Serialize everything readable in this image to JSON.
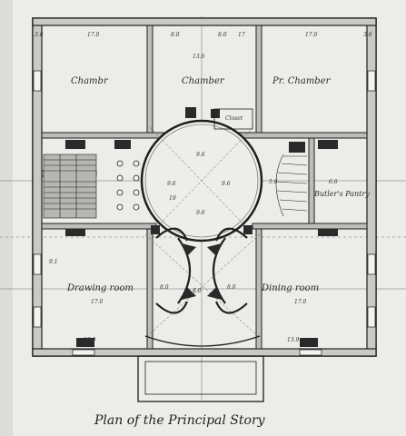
{
  "title": "Plan of the Principal Story",
  "rooms": {
    "chamber_left": "Chambr",
    "chamber_center": "Chamber",
    "chamber_right": "Pr. Chamber",
    "closet": "Closet",
    "butlers_pantry": "Butler's Pantry",
    "drawing_room_left": "Drawing room",
    "dining_room_right": "Dining room"
  },
  "dimensions": {
    "chamber_left_width": "17.0",
    "chamber_center_a": "8.0",
    "chamber_center_b": "8.0",
    "chamber_center_c": "17",
    "chamber_center_depth": "13.6",
    "chamber_right_width": "17.0",
    "rotunda_radius_left": "9.6",
    "rotunda_radius_right": "9.6",
    "rotunda_radius_top": "9.6",
    "rotunda_radius_bottom": "9.6",
    "rotunda_diameter": "19",
    "pantry_dim": "6.6",
    "stair_dim": "5.6",
    "drawing_room_height": "9.1",
    "drawing_room_width": "17.0",
    "drawing_room_depth": "13.9",
    "center_dim_left": "8.0",
    "center_dim_right": "8.0",
    "center_dim_mid": "8.0",
    "dining_room_width": "17.0",
    "dining_room_depth": "13.9",
    "corner_left": "3.6",
    "corner_right": "3.6"
  }
}
